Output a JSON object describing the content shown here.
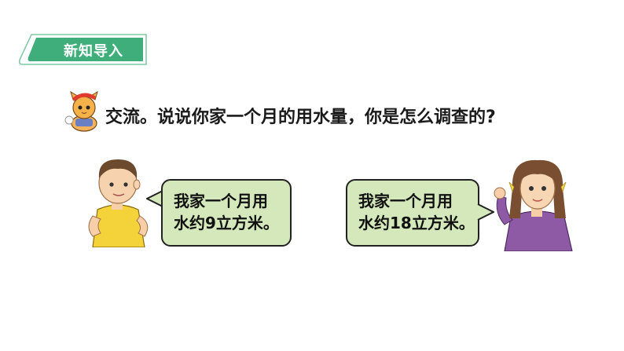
{
  "section": {
    "label": "新知导入",
    "color": "#3fae7a"
  },
  "prompt": {
    "text": "交流。说说你家一个月的用水量，你是怎么调查的?",
    "mascot_icon": "cat-mascot-icon"
  },
  "bubbles": {
    "left": {
      "lines": [
        "我家一个月用",
        "水约9立方米。"
      ],
      "speaker": "boy"
    },
    "right": {
      "lines": [
        "我家一个月用",
        "水约18立方米。"
      ],
      "speaker": "girl"
    }
  },
  "colors": {
    "bubble_fill": "#d4e8bb",
    "bubble_border": "#222222",
    "tab_green": "#3fae7a"
  }
}
